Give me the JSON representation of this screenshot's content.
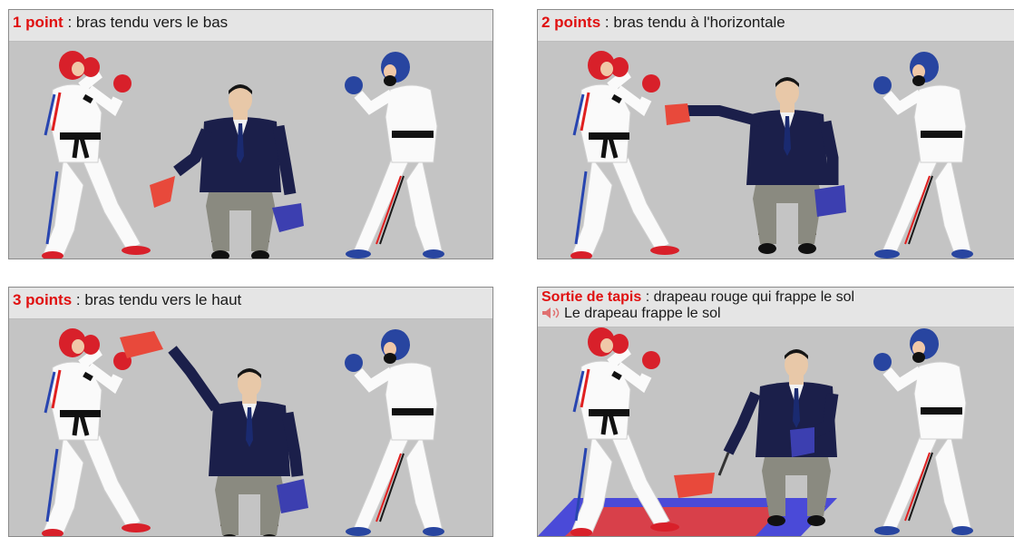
{
  "panels": [
    {
      "points": "1 point",
      "rest": " : bras tendu vers le bas"
    },
    {
      "points": "2 points",
      "rest": " : bras tendu à l'horizontale"
    },
    {
      "points": "3 points",
      "rest": " : bras tendu vers le haut"
    },
    {
      "points": "Sortie de tapis",
      "rest": " : drapeau rouge qui frappe le sol",
      "audio_label": "Le drapeau frappe le sol"
    }
  ],
  "colors": {
    "accent_red": "#e01010",
    "flag_red": "#e8493b",
    "flag_blue": "#3c3fb0",
    "panel_bg": "#c4c4c4",
    "suit": "#1b1f4a",
    "trousers": "#8a8a80"
  },
  "icons": [
    "speaker-icon"
  ]
}
